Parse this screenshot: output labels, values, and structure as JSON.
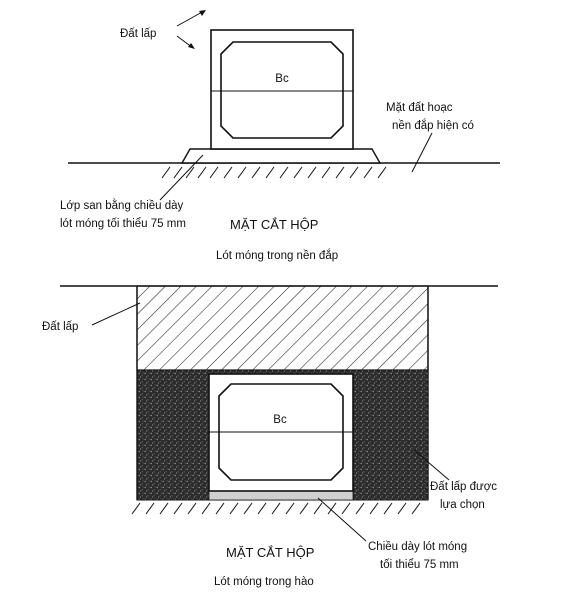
{
  "top_section": {
    "label_backfill": "Đất lấp",
    "label_box_span": "Bc",
    "label_existing_ground_1": "Mặt đất hoạc",
    "label_existing_ground_2": "nền đắp hiện có",
    "label_bedding_1": "Lớp san bằng chiều dày",
    "label_bedding_2": "lót móng tối thiểu 75 mm",
    "title": "MẶT CẮT HỘP",
    "subtitle": "Lót móng trong nền đắp"
  },
  "bottom_section": {
    "label_backfill": "Đất lấp",
    "label_box_span": "Bc",
    "label_selected_fill_1": "Đất lấp được",
    "label_selected_fill_2": "lựa chọn",
    "label_bedding_1": "Chiều dày lót móng",
    "label_bedding_2": "tối thiểu 75 mm",
    "title": "MẶT CẮT HỘP",
    "subtitle": "Lót móng trong hào"
  }
}
